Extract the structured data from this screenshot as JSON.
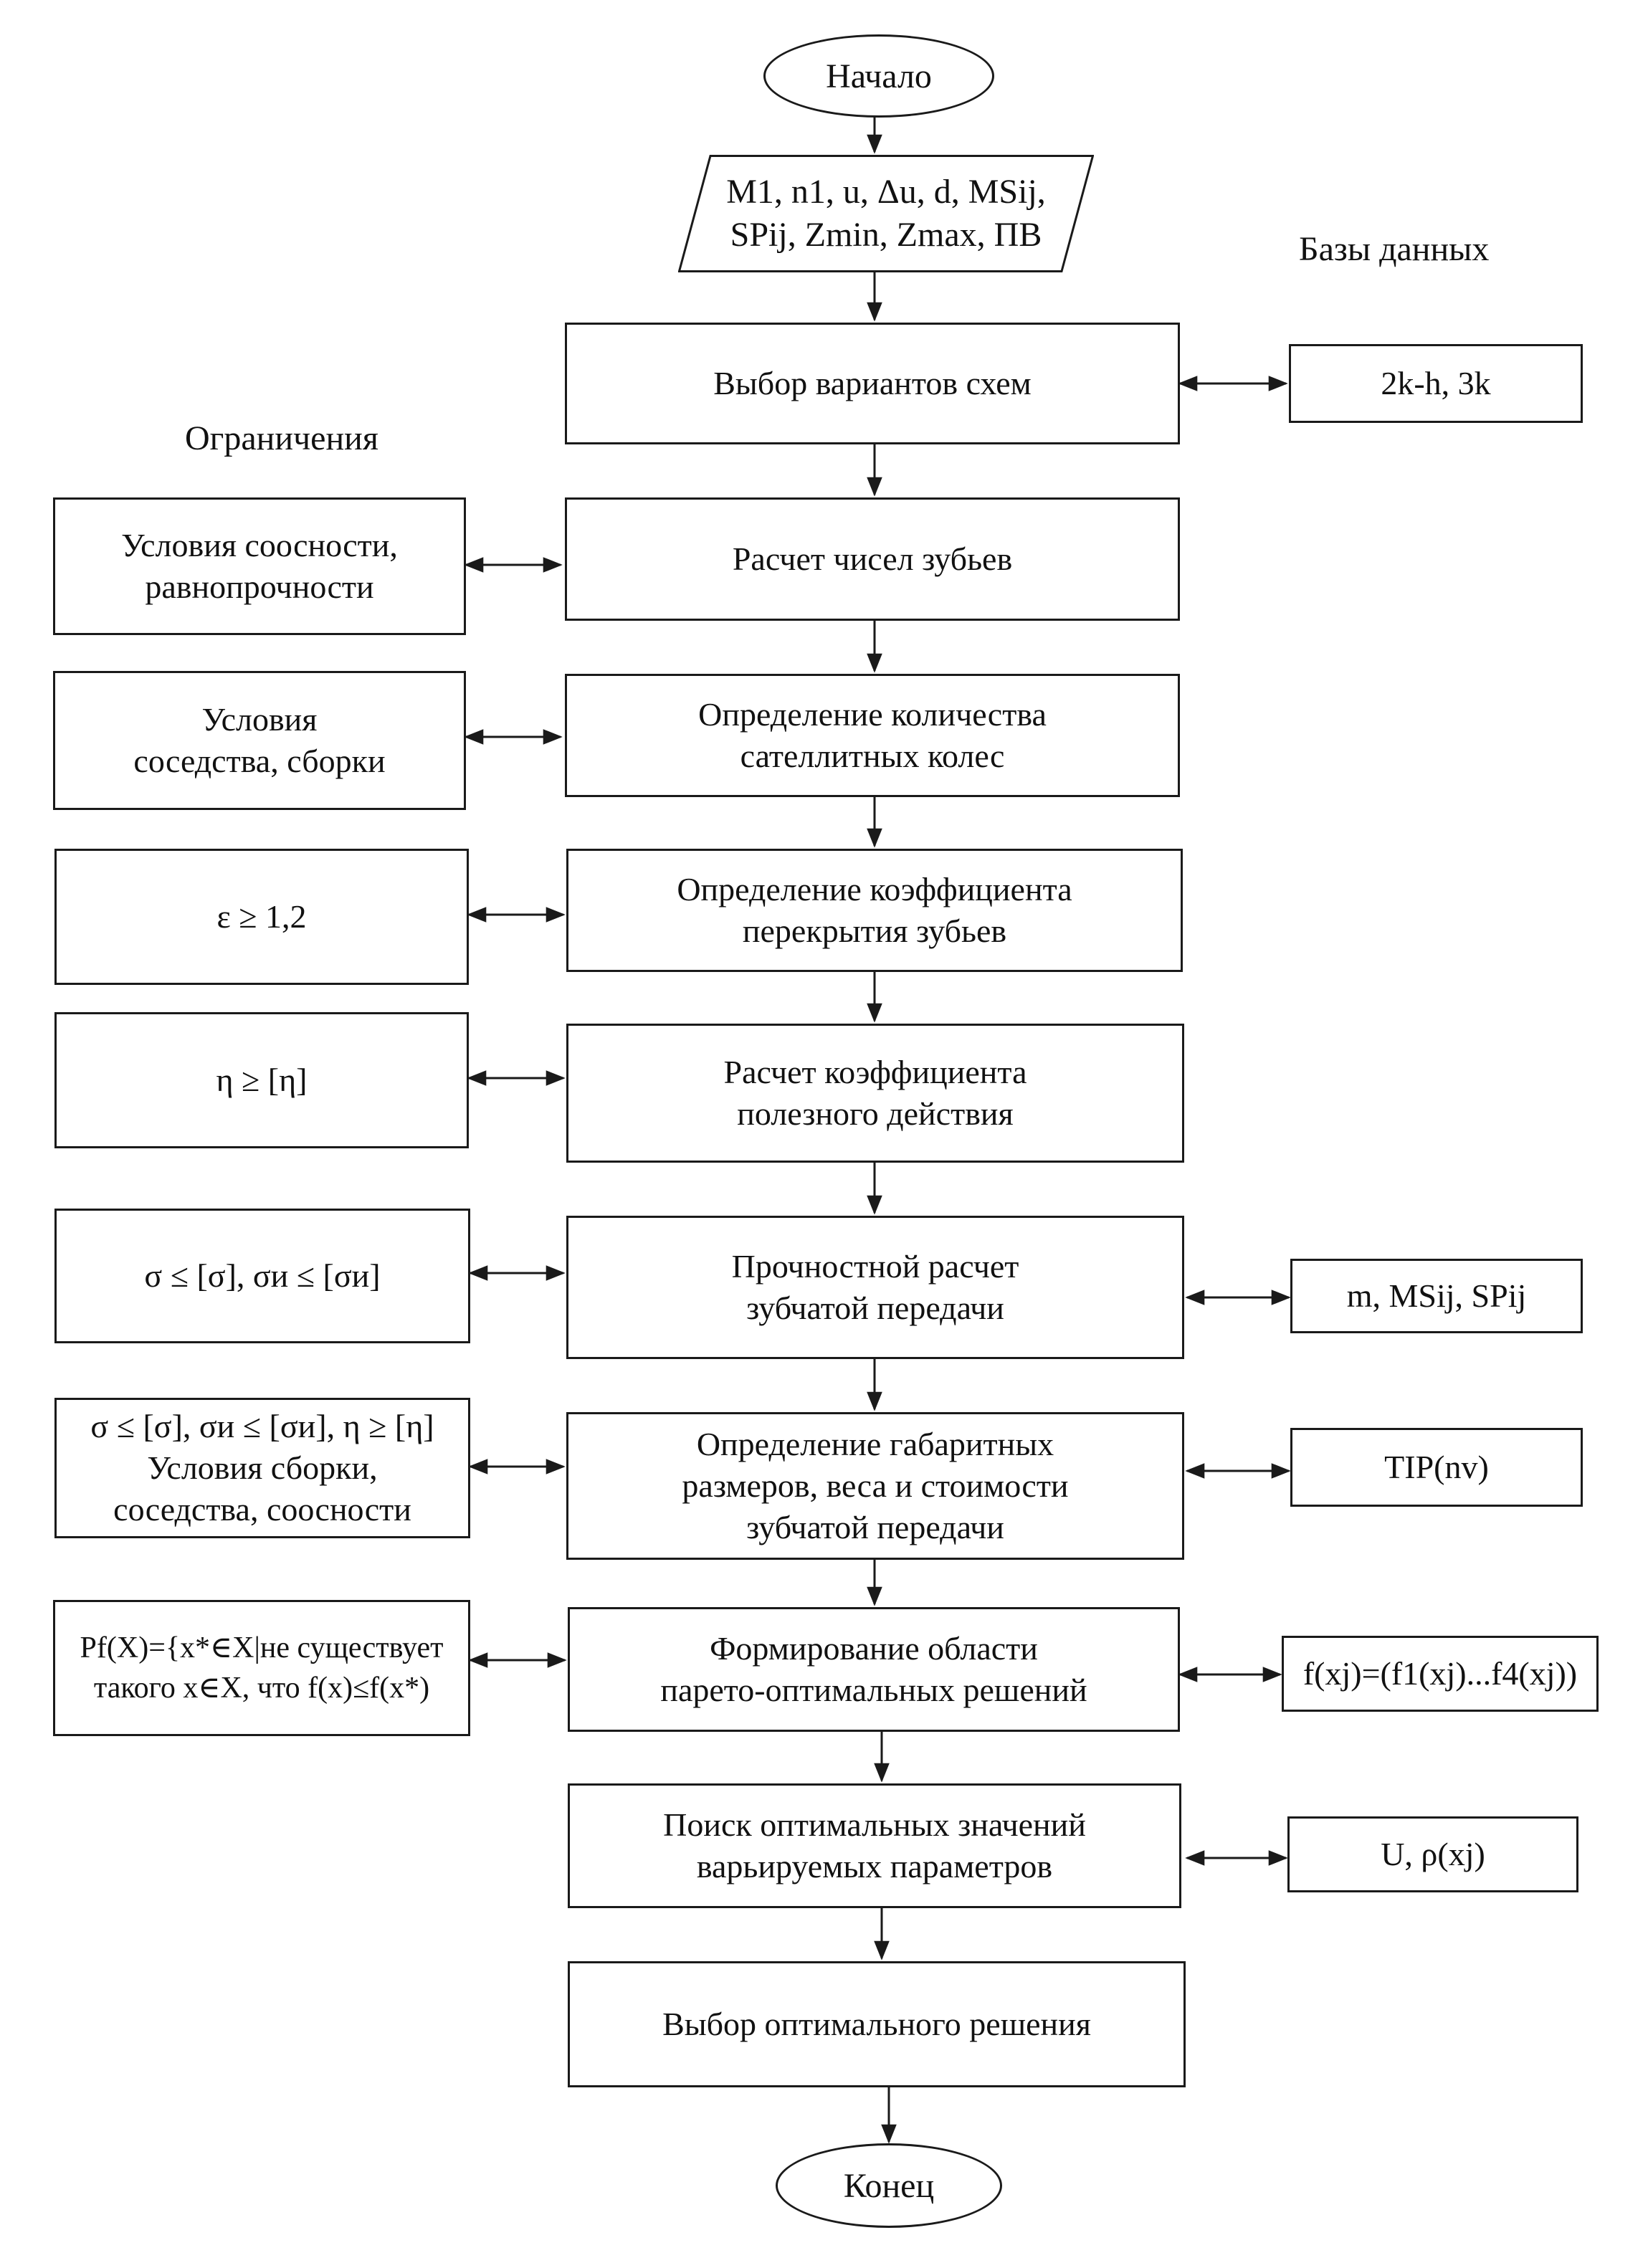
{
  "start": "Начало",
  "end": "Конец",
  "headers": {
    "databases": "Базы данных",
    "constraints": "Ограничения"
  },
  "input": {
    "line1": "M1, n1, u, Δu, d, MSij,",
    "line2": "SPij, Zmin, Zmax, ПВ"
  },
  "steps": [
    {
      "lines": [
        "Выбор вариантов схем"
      ]
    },
    {
      "lines": [
        "Расчет чисел зубьев"
      ]
    },
    {
      "lines": [
        "Определение количества",
        "сателлитных колес"
      ]
    },
    {
      "lines": [
        "Определение коэффициента",
        "перекрытия зубьев"
      ]
    },
    {
      "lines": [
        "Расчет коэффициента",
        "полезного действия"
      ]
    },
    {
      "lines": [
        "Прочностной расчет",
        "зубчатой передачи"
      ]
    },
    {
      "lines": [
        "Определение габаритных",
        "размеров, веса и стоимости",
        "зубчатой передачи"
      ]
    },
    {
      "lines": [
        "Формирование области",
        "парето-оптимальных решений"
      ]
    },
    {
      "lines": [
        "Поиск оптимальных значений",
        "варьируемых параметров"
      ]
    },
    {
      "lines": [
        "Выбор оптимального решения"
      ]
    }
  ],
  "constraints": [
    {
      "lines": [
        "Условия соосности,",
        "равнопрочности"
      ]
    },
    {
      "lines": [
        "Условия",
        "соседства, сборки"
      ]
    },
    {
      "lines": [
        "ε ≥ 1,2"
      ]
    },
    {
      "lines": [
        "η ≥ [η]"
      ]
    },
    {
      "lines": [
        "σ ≤ [σ], σи ≤ [σи]"
      ]
    },
    {
      "lines": [
        "σ ≤ [σ], σи ≤ [σи], η ≥ [η]",
        "Условия сборки,",
        "соседства, соосности"
      ]
    },
    {
      "lines": [
        "Pf(X)={x*∈X|не существует",
        "такого x∈X, что f(x)≤f(x*)"
      ]
    }
  ],
  "databases": [
    {
      "lines": [
        "2k-h, 3k"
      ]
    },
    {
      "lines": [
        "m, MSij, SPij"
      ]
    },
    {
      "lines": [
        "TIP(nv)"
      ]
    },
    {
      "lines": [
        "f(xj)=(f1(xj)...f4(xj))"
      ]
    },
    {
      "lines": [
        "U, ρ(xj)"
      ]
    }
  ]
}
